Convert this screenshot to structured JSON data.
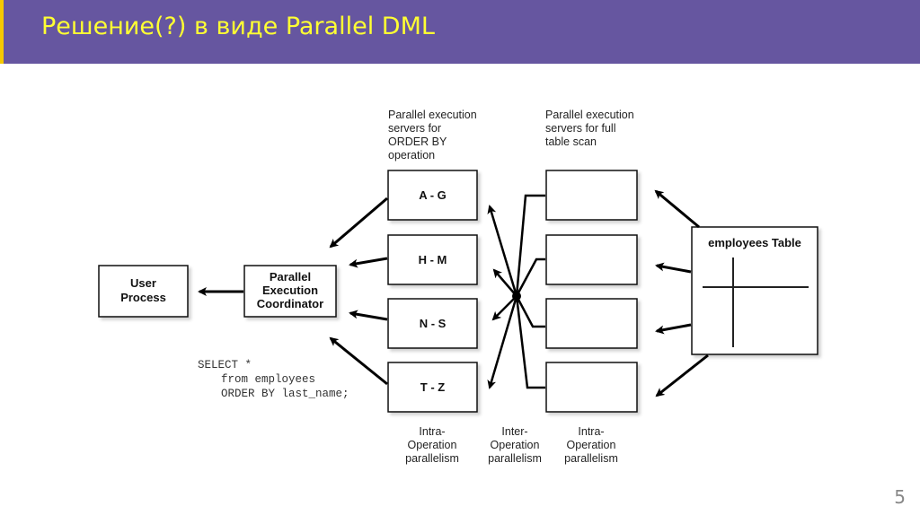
{
  "slide": {
    "title": "Решение(?) в виде Parallel DML",
    "page_number": "5",
    "colors": {
      "header_bg": "#6656a0",
      "header_accent": "#f5c800",
      "title_text": "#ffff33"
    }
  },
  "diagram": {
    "user_process": [
      "User",
      "Process"
    ],
    "coordinator": [
      "Parallel",
      "Execution",
      "Coordinator"
    ],
    "order_by_caption": [
      "Parallel execution",
      "servers for",
      "ORDER BY",
      "operation"
    ],
    "scan_caption": [
      "Parallel execution",
      "servers for full",
      "table scan"
    ],
    "order_by_servers": [
      "A - G",
      "H - M",
      "N - S",
      "T - Z"
    ],
    "table_label": "employees Table",
    "sql": [
      "SELECT *",
      "from employees",
      "ORDER BY last_name;"
    ],
    "bottom_captions": {
      "left": [
        "Intra-",
        "Operation",
        "parallelism"
      ],
      "middle": [
        "Inter-",
        "Operation",
        "parallelism"
      ],
      "right": [
        "Intra-",
        "Operation",
        "parallelism"
      ]
    }
  }
}
